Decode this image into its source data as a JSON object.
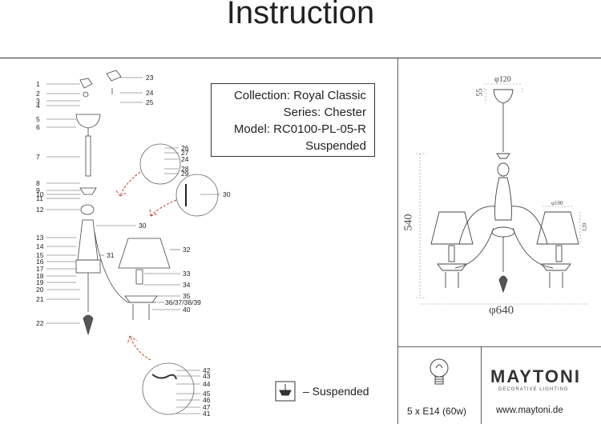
{
  "header": {
    "title": "Instruction"
  },
  "info": {
    "collection": "Collection: Royal Classic",
    "series": "Series: Chester",
    "model": "Model: RC0100-PL-05-R",
    "type": "Suspended"
  },
  "parts_left": [
    "1",
    "2",
    "3",
    "4",
    "5",
    "6",
    "7",
    "8",
    "9",
    "10",
    "11",
    "12",
    "13",
    "14",
    "15",
    "16",
    "17",
    "18",
    "19",
    "20",
    "21",
    "22"
  ],
  "parts_right": [
    "23",
    "24",
    "25",
    "26",
    "27",
    "24",
    "28",
    "29",
    "30",
    "30",
    "31",
    "32",
    "33",
    "34",
    "35",
    "36/37/38/39",
    "40",
    "42",
    "43",
    "44",
    "45",
    "46",
    "47",
    "41"
  ],
  "dimensions": {
    "top_diameter": "φ120",
    "canopy_height": "55",
    "shade_diameter": "φ100",
    "shade_height": "120",
    "overall_height": "540",
    "overall_width": "φ640"
  },
  "legend": {
    "suspended": "– Suspended"
  },
  "lamp_spec": "5 x E14 (60w)",
  "brand": {
    "name": "MAYTONI",
    "tagline": "DECORATIVE LIGHTING",
    "url": "www.maytoni.de"
  }
}
